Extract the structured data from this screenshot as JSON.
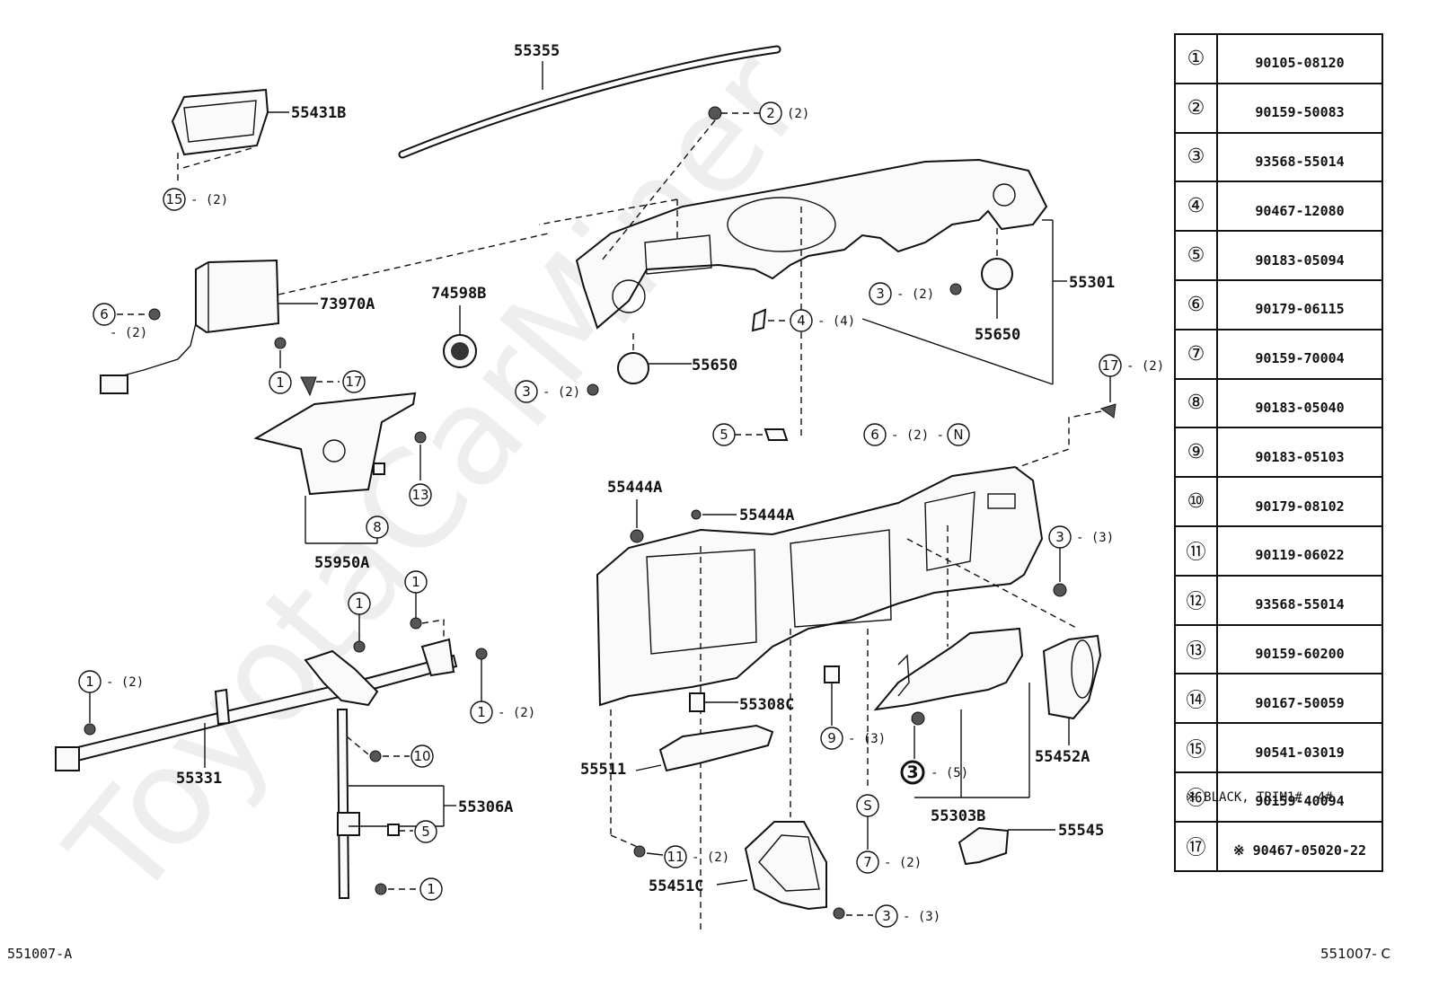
{
  "watermark": "ToyotaCarMiner",
  "parts": {
    "p55355": "55355",
    "p55431B": "55431B",
    "p73970A": "73970A",
    "p74598B": "74598B",
    "p55950A": "55950A",
    "p55331": "55331",
    "p55306A": "55306A",
    "p55301": "55301",
    "p55650a": "55650",
    "p55650b": "55650",
    "p55444A_1": "55444A",
    "p55444A_2": "55444A",
    "p55308C": "55308C",
    "p55511": "55511",
    "p55451C": "55451C",
    "p55452A": "55452A",
    "p55303B": "55303B",
    "p55545": "55545"
  },
  "callouts": {
    "c2_top": "2",
    "q2_top": "(2)",
    "c15": "15",
    "q15": "- (2)",
    "c6_left": "6",
    "q6_left": "- (2)",
    "c1_airbag": "1",
    "c17_airbag": "17",
    "c13": "13",
    "c8": "8",
    "c3_mid": "3",
    "q3_mid": "- (2)",
    "c4": "4",
    "q4": "- (4)",
    "c3_right": "3",
    "q3_right": "- (2)",
    "c5_mid": "5",
    "c6_mid": "6",
    "q6_mid": "- (2) -",
    "cN": "N",
    "c17_right": "17",
    "q17_right": "- (2)",
    "c1_a": "1",
    "c1_b": "1",
    "c1_left": "1",
    "q1_left": "- (2)",
    "c1_right": "1",
    "q1_right": "- (2)",
    "c10": "10",
    "c5_low": "5",
    "c1_low": "1",
    "c3_upr": "3",
    "q3_upr": "- (3)",
    "c9": "9",
    "q9": "- (3)",
    "c3_bold": "3",
    "q3_bold": "- (5)",
    "cS": "S",
    "c7": "7",
    "q7": "- (2)",
    "c11": "11",
    "q11": "- (2)",
    "c3_bottom": "3",
    "q3_bottom": "- (3)"
  },
  "table": [
    {
      "idx": "①",
      "pn": "90105-08120"
    },
    {
      "idx": "②",
      "pn": "90159-50083"
    },
    {
      "idx": "③",
      "pn": "93568-55014"
    },
    {
      "idx": "④",
      "pn": "90467-12080"
    },
    {
      "idx": "⑤",
      "pn": "90183-05094"
    },
    {
      "idx": "⑥",
      "pn": "90179-06115"
    },
    {
      "idx": "⑦",
      "pn": "90159-70004"
    },
    {
      "idx": "⑧",
      "pn": "90183-05040"
    },
    {
      "idx": "⑨",
      "pn": "90183-05103"
    },
    {
      "idx": "⑩",
      "pn": "90179-08102"
    },
    {
      "idx": "⑪",
      "pn": "90119-06022"
    },
    {
      "idx": "⑫",
      "pn": "93568-55014"
    },
    {
      "idx": "⑬",
      "pn": "90159-60200"
    },
    {
      "idx": "⑭",
      "pn": "90167-50059"
    },
    {
      "idx": "⑮",
      "pn": "90541-03019"
    },
    {
      "idx": "⑯",
      "pn": "90159-40094"
    },
    {
      "idx": "⑰",
      "pn": "※ 90467-05020-22"
    }
  ],
  "note": "※ BLACK, TRIM1#, 4#",
  "footer": {
    "left_code": "551007-A",
    "right_code": "551007- C"
  }
}
